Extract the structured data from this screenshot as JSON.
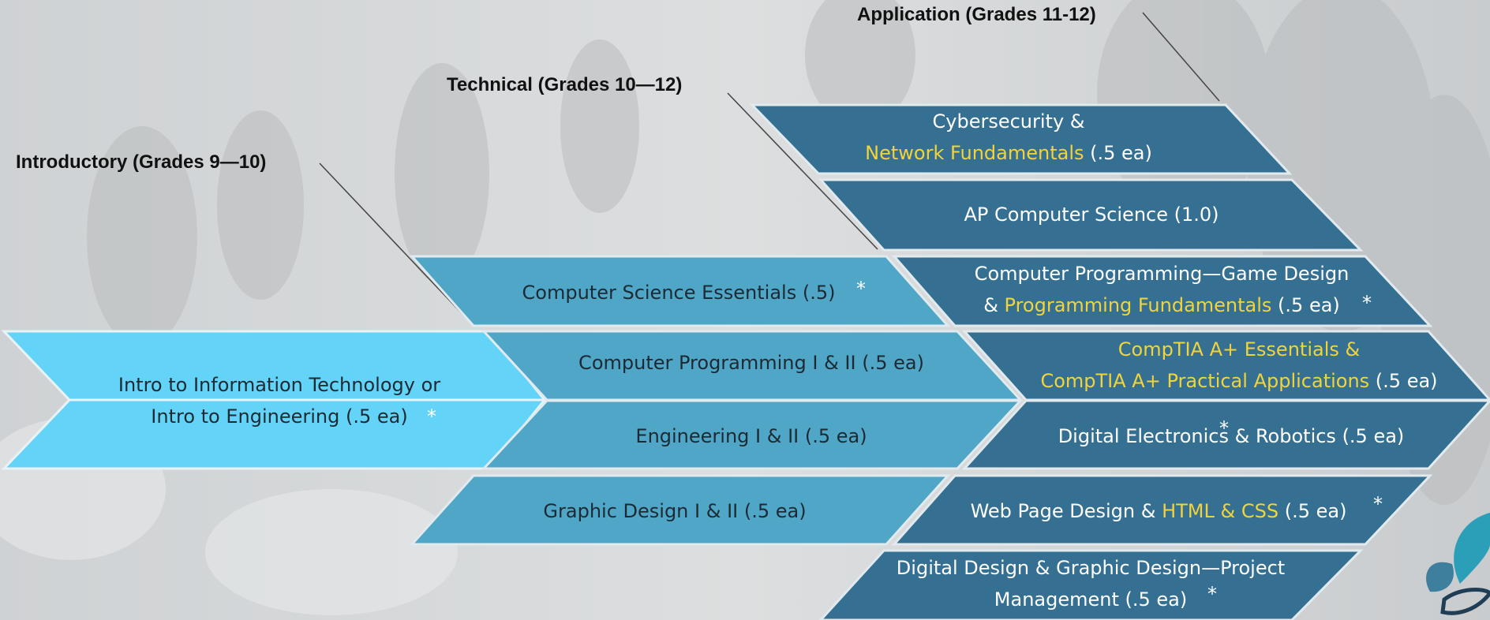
{
  "colors": {
    "intro_fill": "#63d3f7",
    "technical_fill": "#4fa6c7",
    "application_fill": "#356f92",
    "highlight_text": "#f2d43a"
  },
  "headers": {
    "introductory": "Introductory (Grades 9—10)",
    "technical": "Technical (Grades 10—12)",
    "application": "Application (Grades 11-12)"
  },
  "introductory": {
    "line1": "Intro to Information Technology or",
    "line2": "Intro to Engineering (.5 ea)",
    "asterisk": "*"
  },
  "technical": [
    {
      "text": "Computer Science Essentials (.5)",
      "asterisk": "*"
    },
    {
      "text": "Computer Programming I & II (.5 ea)",
      "asterisk": ""
    },
    {
      "text": "Engineering I & II (.5 ea)",
      "asterisk": ""
    },
    {
      "text": "Graphic Design I & II (.5 ea)",
      "asterisk": ""
    }
  ],
  "application": {
    "cyber": {
      "line1": "Cybersecurity &",
      "line2_hl": "Network Fundamentals",
      "line2_rest": " (.5 ea)"
    },
    "ap_cs": {
      "text": "AP Computer Science (1.0)"
    },
    "game": {
      "line1": "Computer Programming—Game Design",
      "line2_pre": "& ",
      "line2_hl": "Programming Fundamentals",
      "line2_rest": " (.5 ea)",
      "asterisk": "*"
    },
    "comptia": {
      "line1_hl": "CompTIA A+ Essentials &",
      "line2_hl": "CompTIA A+ Practical Applications",
      "line2_rest": " (.5 ea)"
    },
    "electronics": {
      "text_a": "Digital Electronics",
      "text_b": " & Robotics (.5 ea)",
      "asterisk": "*"
    },
    "web": {
      "pre": "Web Page Design & ",
      "hl": "HTML & CSS",
      "rest": " (.5 ea)",
      "asterisk": "*"
    },
    "digital_design": {
      "line1": "Digital Design & Graphic Design—Project",
      "line2": "Management (.5 ea)",
      "asterisk": "*"
    }
  }
}
